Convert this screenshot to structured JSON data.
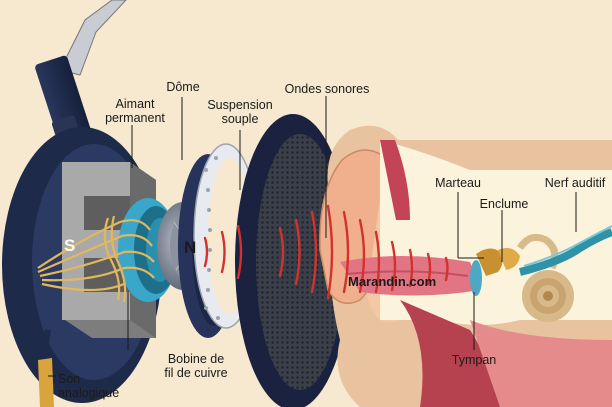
{
  "labels": {
    "aimant": "Aimant\npermanent",
    "dome": "Dôme",
    "suspension": "Suspension\nsouple",
    "ondes": "Ondes sonores",
    "marteau": "Marteau",
    "enclume": "Enclume",
    "nerf": "Nerf auditif",
    "tympan": "Tympan",
    "bobine": "Bobine de\nfil de cuivre",
    "son": "Son\nanalogique"
  },
  "poles": {
    "south": "S",
    "north": "N"
  },
  "watermark": "Marandin.com",
  "colors": {
    "background": "#f7e9cf",
    "headphone_shell": "#1e2a4a",
    "magnet": "#8c8c8c",
    "copper_wires": "#e2b85a",
    "coil_ring": "#3aa6c9",
    "sound_waves": "#d2322d",
    "skin": "#f0b08e",
    "ear_canal": "#e27584",
    "ossicles": "#c89030",
    "cochlea": "#d8b98a",
    "nerve": "#2e93a8"
  }
}
